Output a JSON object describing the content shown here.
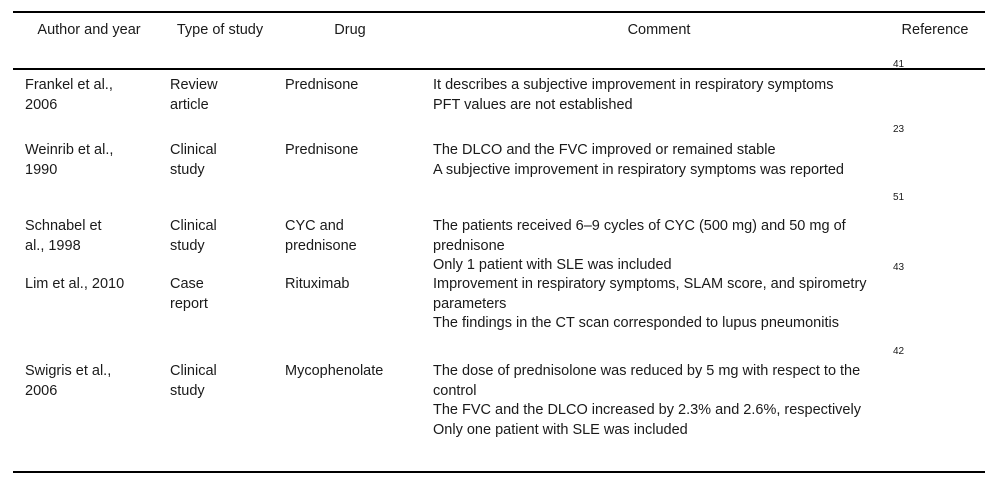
{
  "table": {
    "columns": [
      {
        "key": "author",
        "label": "Author and year"
      },
      {
        "key": "type",
        "label": "Type of\nstudy"
      },
      {
        "key": "drug",
        "label": "Drug"
      },
      {
        "key": "comment",
        "label": "Comment"
      },
      {
        "key": "reference",
        "label": "Reference"
      }
    ],
    "rows": [
      {
        "author": "Frankel et al.,\n2006",
        "type": "Review\narticle",
        "drug": "Prednisone",
        "comments": [
          "It describes a subjective improvement in respiratory symptoms",
          "PFT values are not established"
        ],
        "reference": "41"
      },
      {
        "author": "Weinrib et al.,\n1990",
        "type": "Clinical\nstudy",
        "drug": "Prednisone",
        "comments": [
          "The DLCO and the FVC improved or remained stable",
          "A subjective improvement in respiratory symptoms was reported"
        ],
        "reference": "23"
      },
      {
        "author": "Schnabel et\nal., 1998",
        "type": "Clinical\nstudy",
        "drug": "CYC and\nprednisone",
        "comments": [
          "The patients received 6–9 cycles of CYC (500 mg) and 50 mg of prednisone",
          "Only 1 patient with SLE was included"
        ],
        "reference": "51"
      },
      {
        "author": "Lim et al., 2010",
        "type": "Case\nreport",
        "drug": "Rituximab",
        "comments": [
          "Improvement in respiratory symptoms, SLAM score, and spirometry parameters",
          "The findings in the CT scan corresponded to lupus pneumonitis"
        ],
        "reference": "43"
      },
      {
        "author": "Swigris et al.,\n2006",
        "type": "Clinical\nstudy",
        "drug": "Mycophenolate",
        "comments": [
          "The dose of prednisolone was reduced by 5 mg with respect to the control",
          "The FVC and the DLCO increased by 2.3% and 2.6%, respectively",
          "Only one patient with SLE was included"
        ],
        "reference": "42"
      }
    ]
  },
  "layout": {
    "rule_color": "#000000",
    "text_color": "#1a1a1a",
    "row_tops": [
      76,
      141,
      217,
      275,
      362
    ],
    "comment_tops": [
      76,
      141,
      217,
      275,
      362
    ],
    "reference_tops": [
      59,
      124,
      192,
      262,
      346
    ]
  }
}
